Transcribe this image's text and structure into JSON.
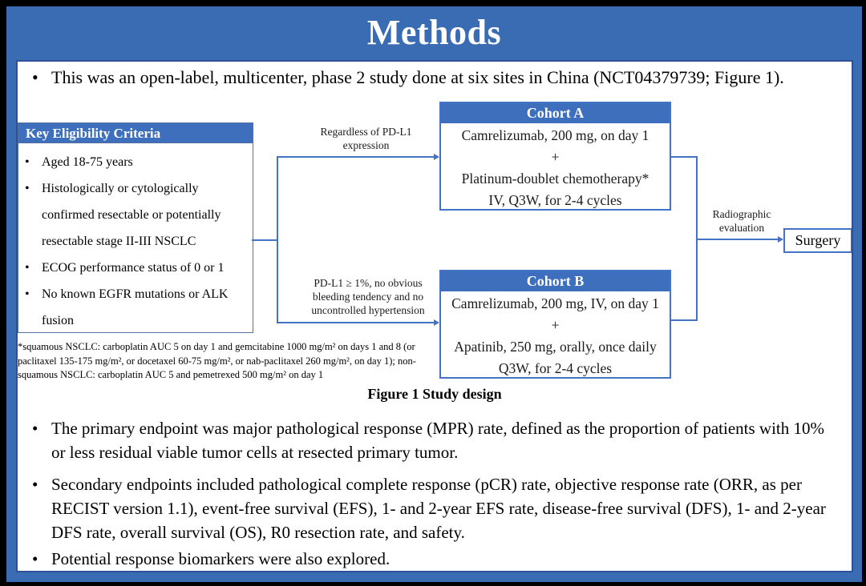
{
  "bullet_char": "•",
  "title": "Methods",
  "intro_bullet": "This was an open-label, multicenter, phase 2 study done at six sites in China (NCT04379739; Figure 1).",
  "figure": {
    "eligibility": {
      "header": "Key Eligibility Criteria",
      "items": [
        "Aged 18-75 years",
        "Histologically or cytologically confirmed resectable or potentially resectable stage II-III NSCLC",
        "ECOG performance status of 0 or 1",
        "No known EGFR mutations or ALK fusion"
      ]
    },
    "branch_top_label": "Regardless of PD-L1 expression",
    "branch_bottom_label": "PD-L1 ≥ 1%, no obvious bleeding tendency and no uncontrolled hypertension",
    "cohort_a": {
      "header": "Cohort A",
      "lines": [
        "Camrelizumab, 200 mg, on day 1",
        "+",
        "Platinum-doublet chemotherapy*",
        "IV, Q3W, for 2-4 cycles"
      ]
    },
    "cohort_b": {
      "header": "Cohort B",
      "lines": [
        "Camrelizumab, 200 mg, IV, on day 1",
        "+",
        "Apatinib, 250 mg, orally, once daily",
        "Q3W, for 2-4 cycles"
      ]
    },
    "evaluation_label": "Radiographic evaluation",
    "surgery_label": "Surgery",
    "footnote": "*squamous NSCLC: carboplatin AUC 5 on day 1 and gemcitabine 1000 mg/m² on days 1 and 8 (or paclitaxel 135-175 mg/m², or docetaxel 60-75 mg/m², or nab-paclitaxel 260 mg/m², on day 1); non-squamous NSCLC: carboplatin AUC 5 and pemetrexed 500 mg/m² on day 1",
    "caption": "Figure 1 Study design"
  },
  "endpoint_bullets": [
    "The primary endpoint was major pathological response (MPR) rate, defined as the proportion of patients with 10% or less residual viable tumor cells at resected primary tumor.",
    "Secondary endpoints included pathological complete response (pCR) rate, objective response rate (ORR, as per RECIST version 1.1), event-free survival (EFS), 1- and 2-year EFS rate, disease-free survival (DFS), 1- and 2-year DFS rate, overall survival (OS), R0 resection rate, and safety.",
    "Potential response biomarkers were also explored."
  ],
  "colors": {
    "slide_blue": "#3a6cb4",
    "box_header_blue": "#3e6fbd",
    "line_blue": "#4472c4",
    "panel_border": "#2c5198"
  }
}
